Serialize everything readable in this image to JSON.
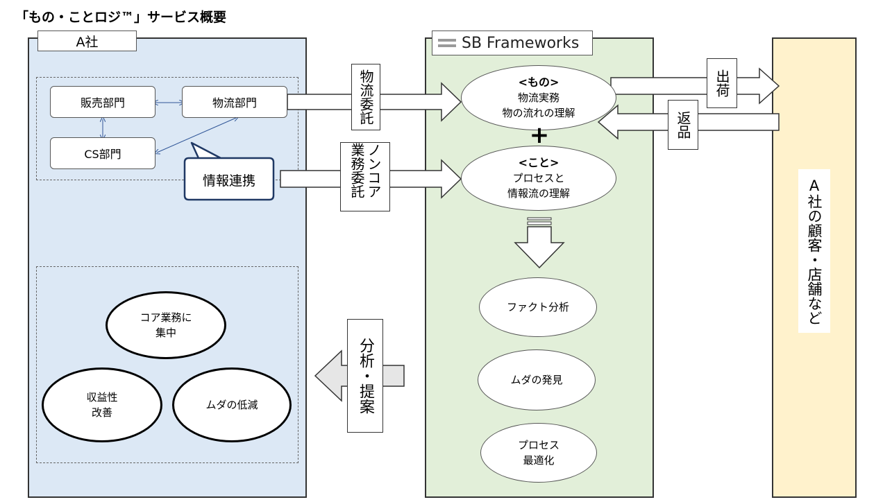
{
  "title": "「もの・ことロジ™」サービス概要",
  "company_a": {
    "label": "A社",
    "departments": {
      "sales": "販売部門",
      "logistics": "物流部門",
      "cs": "CS部門"
    },
    "callout": "情報連携",
    "results": {
      "core": "コア業務に\n集中",
      "profit": "収益性\n改善",
      "waste": "ムダの低減"
    }
  },
  "sbf": {
    "logo_text": "SB Frameworks",
    "mono": {
      "heading": "<もの>",
      "body": "物流実務\n物の流れの理解"
    },
    "plus": "+",
    "koto": {
      "heading": "<こと>",
      "body": "プロセスと\n情報流の理解"
    },
    "outputs": {
      "fact": "ファクト分析",
      "muda": "ムダの発見",
      "process": "プロセス\n最適化"
    }
  },
  "customers": {
    "label": "A社の顧客・店舗など"
  },
  "arrows": {
    "logistics_outsourcing": "物流委託",
    "noncore_outsourcing": "ノンコア業務委託",
    "shipping": "出荷",
    "returns": "返品",
    "analysis_proposal": "分析・提案"
  },
  "colors": {
    "panel_a": "#dce8f5",
    "panel_sbf": "#e2efd9",
    "panel_customer": "#fff2cc",
    "callout_border": "#1f3864"
  }
}
